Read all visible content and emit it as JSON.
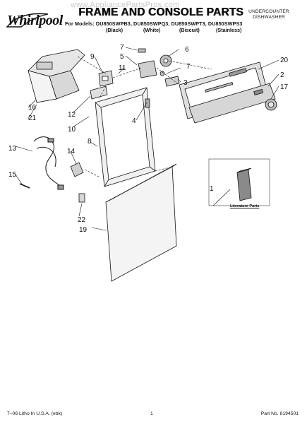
{
  "header": {
    "brand": "Whirlpool",
    "title": "FRAME AND CONSOLE PARTS",
    "watermark": "www.AppliancePartsPros.com",
    "product_line1": "UNDERCOUNTER",
    "product_line2": "DISHWASHER",
    "models_prefix": "For Models: DU850SWPB3, DU850SWPQ3, DU850SWPT3, DU850SWPS3",
    "variants": [
      "(Black)",
      "(White)",
      "(Biscuit)",
      "(Stainless)"
    ]
  },
  "diagram": {
    "literature_label": "Literature Parts",
    "callouts": [
      "1",
      "2",
      "3",
      "4",
      "5",
      "6",
      "7",
      "7",
      "8",
      "9",
      "10",
      "11",
      "12",
      "13",
      "14",
      "15",
      "16",
      "17",
      "19",
      "20",
      "21",
      "22"
    ]
  },
  "footer": {
    "litho": "7–06 Litho In U.S.A. (ebk)",
    "page": "1",
    "part_no": "Part No. 8194501"
  }
}
